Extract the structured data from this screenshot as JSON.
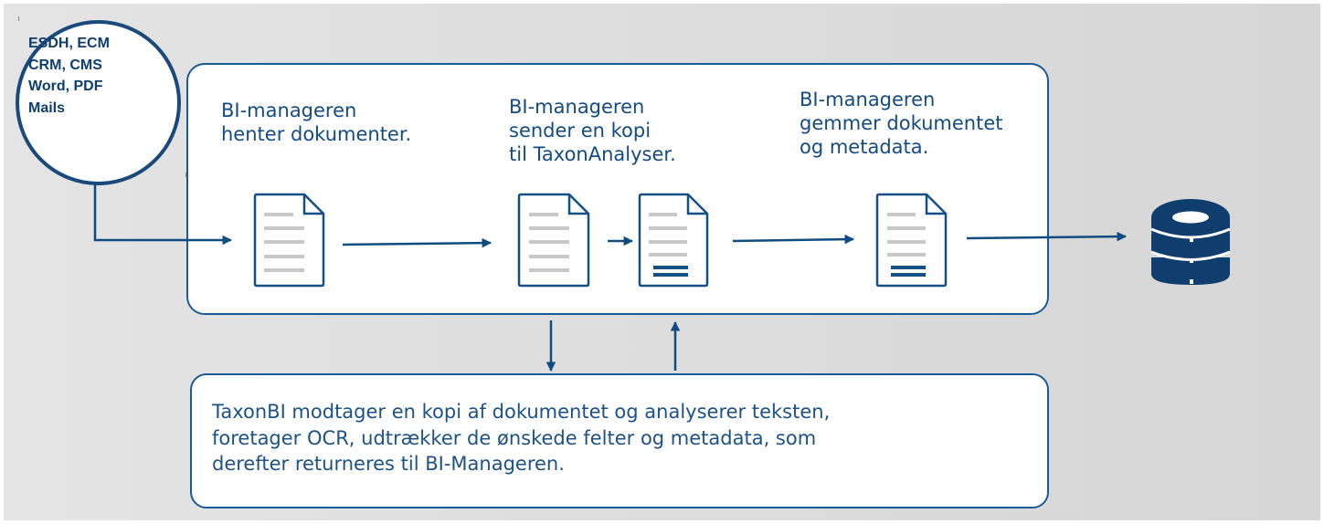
{
  "colors": {
    "primary": "#0f4c81",
    "text": "#134b82",
    "background": "#dcdcdc"
  },
  "sources": {
    "lines": [
      "ESDH, ECM",
      "CRM, CMS",
      "Word, PDF",
      "Mails"
    ]
  },
  "steps": [
    {
      "lines": [
        "BI-manageren",
        "henter dokumenter."
      ]
    },
    {
      "lines": [
        "BI-manageren",
        "sender en kopi",
        "til TaxonAnalyser."
      ]
    },
    {
      "lines": [
        "BI-manageren",
        "gemmer dokumentet",
        "og metadata."
      ]
    }
  ],
  "taxon": {
    "lines": [
      "TaxonBI modtager en kopi af dokumentet og analyserer teksten,",
      "foretager OCR, udtrækker de ønskede felter og metadata, som",
      "derefter returneres til BI-Manageren."
    ]
  },
  "icons": {
    "document": "document-icon",
    "analyzed_document": "analyzed-document-icon",
    "database": "database-icon"
  }
}
